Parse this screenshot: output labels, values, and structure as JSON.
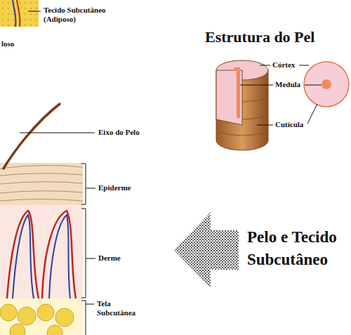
{
  "diagram": {
    "title": "Estrutura do Pel",
    "labels": [
      "Tecido Subcutâneo (Adiposo)",
      "loso",
      "Eixo do Pelo",
      "Córtex",
      "Medula",
      "Cutícula",
      "Epiderme",
      "Derme",
      "Tela Subcutânea",
      "Pelo e Tecido Subcutâneo"
    ]
  }
}
